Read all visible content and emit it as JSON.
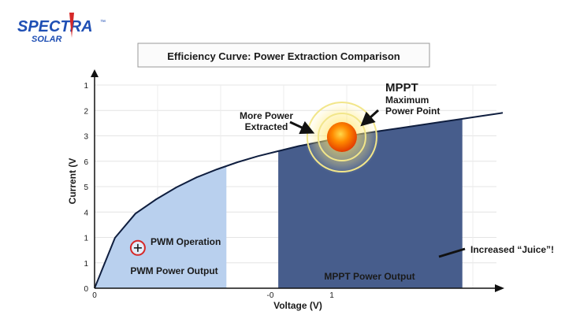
{
  "logo": {
    "word": "SPECTRA",
    "sub": "SOLAR",
    "tm": "™"
  },
  "chart_data": {
    "type": "area",
    "title": "Efficiency Curve: Power Extraction Comparison",
    "xlabel": "Voltage (V)",
    "ylabel": "Current (V",
    "y_tick_labels": [
      "0",
      "1",
      "1",
      "4",
      "5",
      "6",
      "3",
      "2",
      "1"
    ],
    "x_tick_labels": [
      "0",
      "-0",
      "1"
    ],
    "curve": {
      "x": [
        0,
        0.05,
        0.1,
        0.15,
        0.2,
        0.25,
        0.3,
        0.35,
        0.4,
        0.45,
        0.5,
        0.55,
        0.6,
        0.65,
        0.7,
        0.75,
        0.8,
        0.85,
        0.9,
        0.95,
        1.0
      ],
      "y": [
        0,
        0.25,
        0.37,
        0.44,
        0.5,
        0.55,
        0.59,
        0.625,
        0.655,
        0.68,
        0.705,
        0.725,
        0.745,
        0.765,
        0.78,
        0.795,
        0.81,
        0.825,
        0.84,
        0.855,
        0.87
      ]
    },
    "regions": [
      {
        "label": "PWM Power Output",
        "x_start": 0,
        "x_end": 0.323,
        "color": "#b9d0ee"
      },
      {
        "label": "MPPT Power Output",
        "x_start": 0.45,
        "x_end": 0.901,
        "color": "#475d8c"
      }
    ],
    "mppt_point": {
      "x": 0.606,
      "y": 0.75
    },
    "pwm_point": {
      "x": 0.106,
      "y": 0.2
    },
    "annotations": {
      "mppt": "MPPT",
      "mppt_sub1": "Maximum",
      "mppt_sub2": "Power Point",
      "more_power1": "More Power",
      "more_power2": "Extracted",
      "pwm_operation": "PWM Operation",
      "juice": "Increased “Juice”!"
    },
    "colors": {
      "curve": "#0f1e3f",
      "sun": "#ff6a00",
      "halo": "#f2e68a",
      "marker": "#d62828"
    }
  }
}
